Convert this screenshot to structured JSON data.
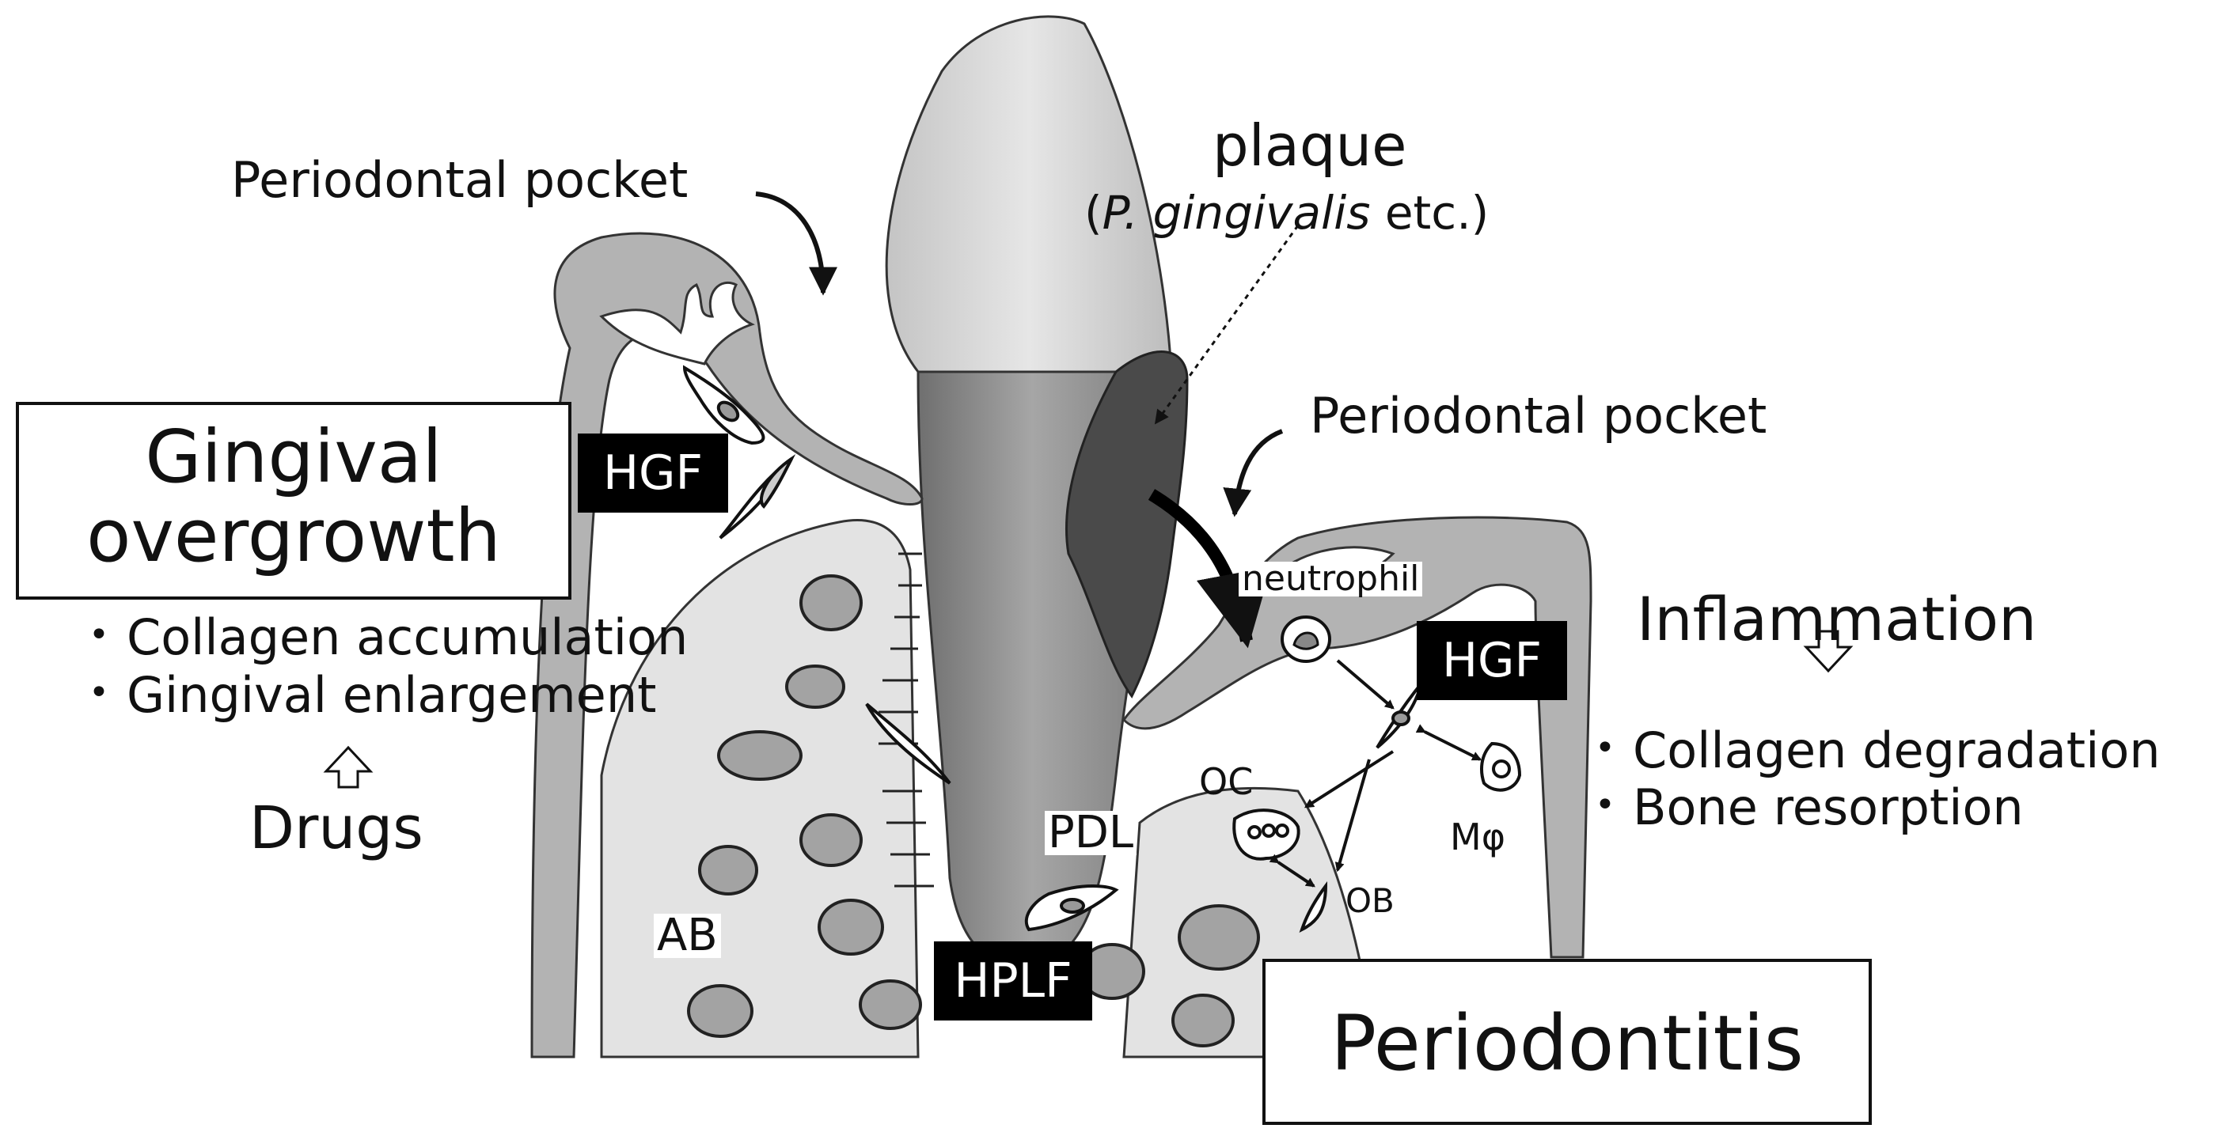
{
  "labels": {
    "periodontal_pocket_left": "Periodontal pocket",
    "periodontal_pocket_right": "Periodontal pocket",
    "plaque": "plaque",
    "plaque_species_italic": "P. gingivalis",
    "plaque_species_rest": " etc.)",
    "neutrophil": "neutrophil",
    "oc": "OC",
    "ob": "OB",
    "mphi": "Mφ",
    "pdl": "PDL",
    "ab": "AB"
  },
  "tags": {
    "hgf_left": "HGF",
    "hgf_right": "HGF",
    "hplf": "HPLF"
  },
  "left_panel": {
    "title_line1": "Gingival",
    "title_line2": "overgrowth",
    "bullet1": "Collagen accumulation",
    "bullet2": "Gingival enlargement",
    "cause": "Drugs"
  },
  "right_panel": {
    "cause": "Inflammation",
    "bullet1": "Collagen degradation",
    "bullet2": "Bone resorption",
    "title": "Periodontitis"
  },
  "colors": {
    "gingiva": "#b3b3b3",
    "bone": "#e3e3e3",
    "trabecula": "#a3a3a3",
    "crown": "#cfcfcf",
    "root": "#8f8f8f",
    "plaque": "#4a4a4a",
    "tag_bg": "#000000"
  }
}
